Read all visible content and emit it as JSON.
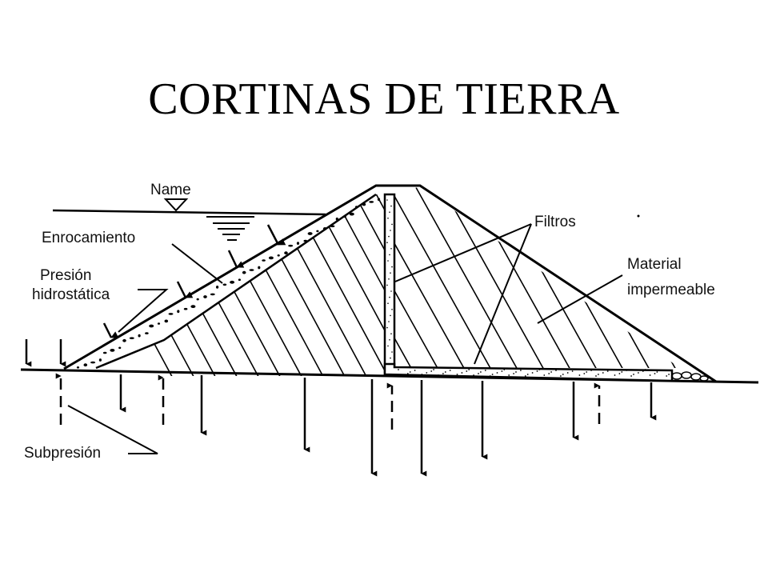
{
  "title": "CORTINAS DE TIERRA",
  "labels": {
    "name": "Name",
    "enrocamiento": "Enrocamiento",
    "presion_1": "Presión",
    "presion_2": "hidrostática",
    "filtros": "Filtros",
    "material_1": "Material",
    "material_2": "impermeable",
    "subpresion": "Subpresión"
  },
  "colors": {
    "ink": "#000000",
    "background": "#ffffff"
  }
}
